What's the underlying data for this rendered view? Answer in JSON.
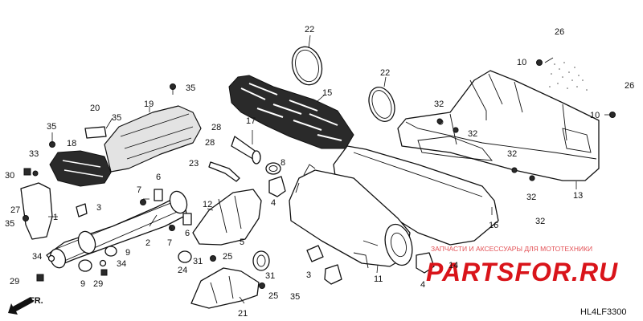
{
  "diagram_code": "HL4LF3300",
  "front_arrow_label": "FR.",
  "watermark": {
    "tagline": "ЗАПЧАСТИ И АКСЕССУАРЫ ДЛЯ МОТОТЕХНИКИ",
    "brand": "PARTSFOR.RU"
  },
  "callouts": [
    "1",
    "2",
    "3",
    "3",
    "4",
    "4",
    "5",
    "6",
    "6",
    "7",
    "7",
    "8",
    "9",
    "9",
    "10",
    "10",
    "11",
    "12",
    "13",
    "14",
    "15",
    "16",
    "17",
    "18",
    "19",
    "20",
    "21",
    "22",
    "22",
    "23",
    "24",
    "25",
    "25",
    "26",
    "26",
    "27",
    "28",
    "28",
    "29",
    "29",
    "30",
    "31",
    "31",
    "32",
    "32",
    "32",
    "32",
    "32",
    "33",
    "34",
    "34",
    "35",
    "35",
    "35",
    "35",
    "35"
  ],
  "colors": {
    "line": "#111111",
    "watermark_red": "#d9141a",
    "shade": "#e3e3e3"
  }
}
